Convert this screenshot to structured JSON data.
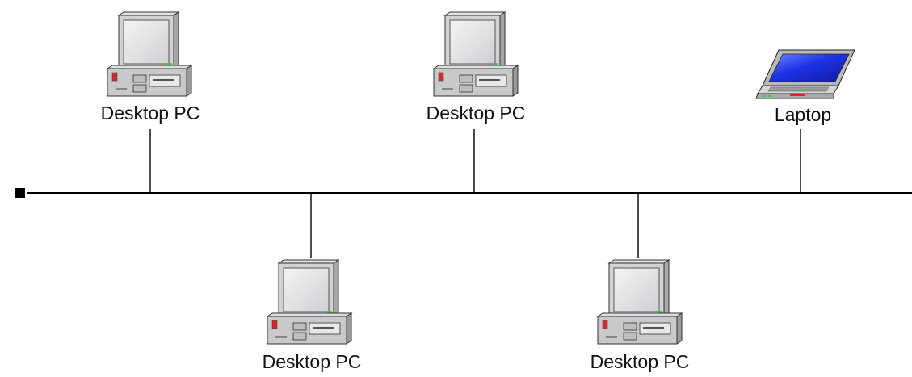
{
  "diagram": {
    "type": "bus-network-topology",
    "bus": {
      "terminator": "left"
    },
    "nodes": [
      {
        "id": "pc-1",
        "kind": "desktop",
        "label": "Desktop PC",
        "side": "top"
      },
      {
        "id": "pc-2",
        "kind": "desktop",
        "label": "Desktop PC",
        "side": "bottom"
      },
      {
        "id": "pc-3",
        "kind": "desktop",
        "label": "Desktop PC",
        "side": "top"
      },
      {
        "id": "pc-4",
        "kind": "desktop",
        "label": "Desktop PC",
        "side": "bottom"
      },
      {
        "id": "laptop-1",
        "kind": "laptop",
        "label": "Laptop",
        "side": "top"
      }
    ]
  },
  "colors": {
    "line": "#000000",
    "case": "#c9c9c9",
    "case_shadow": "#9a9a9a",
    "screen_bezel": "#d2d2d2",
    "screen": "#e9e9ea",
    "laptop_screen": "#1f34e6",
    "laptop_body": "#a9a9a9",
    "led_green": "#2fd52f",
    "badge_red": "#d8272b"
  }
}
